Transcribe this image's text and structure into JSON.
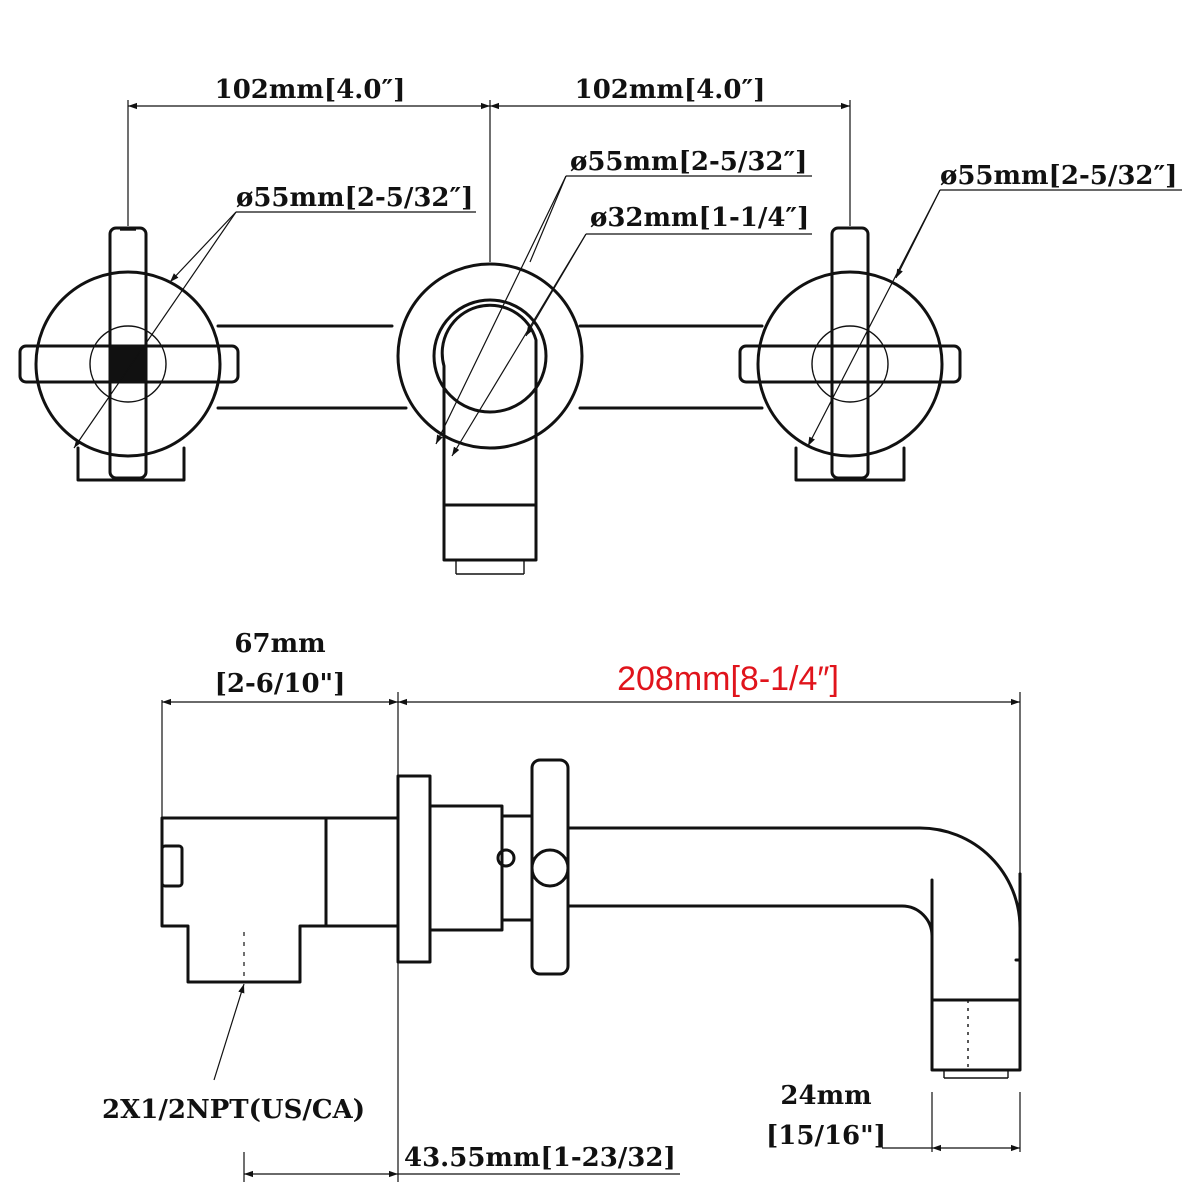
{
  "front_view": {
    "left_spacing": "102mm[4.0″]",
    "right_spacing": "102mm[4.0″]",
    "left_handle_diameter": "ø55mm[2-5/32″]",
    "spout_plate_diameter": "ø55mm[2-5/32″]",
    "spout_diameter": "ø32mm[1-1/4″]",
    "right_handle_diameter": "ø55mm[2-5/32″]"
  },
  "side_view": {
    "valve_depth_mm": "67mm",
    "valve_depth_in": "[2-6/10\"]",
    "spout_reach": "208mm[8-1/4″]",
    "inlet_thread": "2X1/2NPT(US/CA)",
    "outlet_width_mm": "24mm",
    "outlet_width_in": "[15/16\"]",
    "wall_offset": "43.55mm[1-23/32]"
  },
  "colors": {
    "line": "#111111",
    "highlight": "#e0141c"
  }
}
